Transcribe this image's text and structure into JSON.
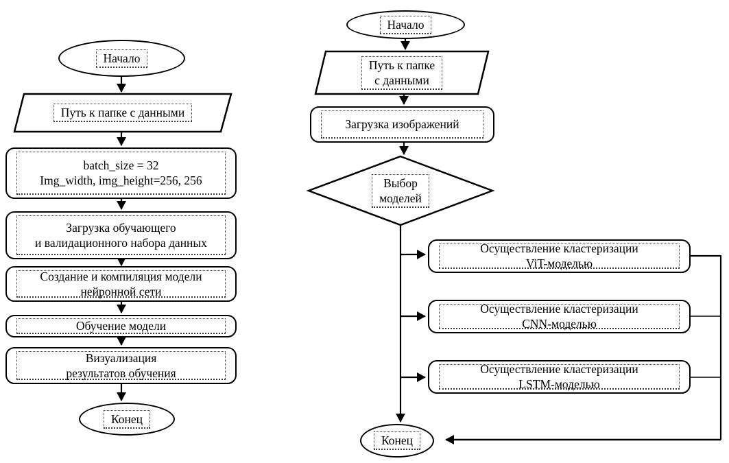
{
  "colors": {
    "outline": "#000000",
    "text": "#000000",
    "background": "#ffffff",
    "dotted_box": "#3a3a3a"
  },
  "left": {
    "nodes": [
      {
        "type": "terminator",
        "label": "Начало"
      },
      {
        "type": "io",
        "lines": [
          "Путь к папке с данными"
        ]
      },
      {
        "type": "process",
        "lines": [
          "batch_size = 32",
          "Img_width, img_height=256, 256"
        ]
      },
      {
        "type": "process",
        "lines": [
          "Загрузка обучающего",
          "и валидационного набора данных"
        ]
      },
      {
        "type": "process",
        "lines": [
          "Создание и компиляция модели",
          "нейронной сети"
        ]
      },
      {
        "type": "process",
        "lines": [
          "Обучение модели"
        ]
      },
      {
        "type": "process",
        "lines": [
          "Визуализация",
          "результатов обучения"
        ]
      },
      {
        "type": "terminator",
        "label": "Конец"
      }
    ]
  },
  "right": {
    "nodes": [
      {
        "type": "terminator",
        "label": "Начало"
      },
      {
        "type": "io",
        "lines": [
          "Путь к папке",
          "с данными"
        ]
      },
      {
        "type": "process",
        "lines": [
          "Загрузка изображений"
        ]
      },
      {
        "type": "decision",
        "lines": [
          "Выбор",
          "моделей"
        ]
      },
      {
        "type": "process",
        "lines": [
          "Осуществление кластеризации",
          "ViT-моделью"
        ]
      },
      {
        "type": "process",
        "lines": [
          "Осуществление кластеризации",
          "CNN-моделью"
        ]
      },
      {
        "type": "process",
        "lines": [
          "Осуществление кластеризации",
          "LSTM-моделью"
        ]
      },
      {
        "type": "terminator",
        "label": "Конец"
      }
    ]
  }
}
